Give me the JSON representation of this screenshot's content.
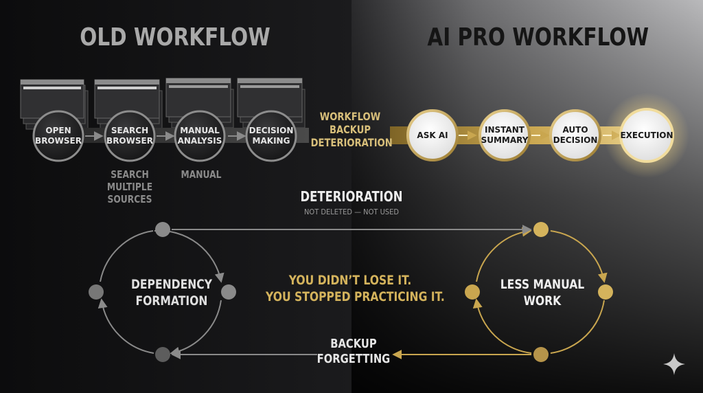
{
  "titles": {
    "left": "OLD WORKFLOW",
    "right": "AI PRO WORKFLOW"
  },
  "old_workflow": {
    "steps": [
      {
        "label_line1": "OPEN",
        "label_line2": "BROWSER"
      },
      {
        "label_line1": "SEARCH",
        "label_line2": "BROWSER"
      },
      {
        "label_line1": "MANUAL",
        "label_line2": "ANALYSIS"
      },
      {
        "label_line1": "DECISION",
        "label_line2": "MAKING"
      }
    ],
    "sub_labels": {
      "search_line1": "SEARCH",
      "search_line2": "MULTIPLE",
      "search_line3": "SOURCES",
      "manual": "MANUAL"
    }
  },
  "bridge": {
    "line1": "WORKFLOW",
    "line2": "BACKUP",
    "line3": "DETERIORATION"
  },
  "ai_workflow": {
    "steps": [
      {
        "label_line1": "ASK AI",
        "label_line2": ""
      },
      {
        "label_line1": "INSTANT",
        "label_line2": "SUMMARY"
      },
      {
        "label_line1": "AUTO",
        "label_line2": "DECISION"
      },
      {
        "label_line1": "EXECUTION",
        "label_line2": ""
      }
    ]
  },
  "deterioration": {
    "title": "DETERIORATION",
    "subtitle": "NOT DELETED — NOT USED"
  },
  "cycle_left": {
    "line1": "DEPENDENCY",
    "line2": "FORMATION"
  },
  "cycle_right": {
    "line1": "LESS MANUAL",
    "line2": "WORK"
  },
  "quote": {
    "line1": "YOU DIDN’T LOSE IT.",
    "line2": "YOU STOPPED PRACTICING IT."
  },
  "backup": {
    "line1": "BACKUP",
    "line2": "FORGETTING"
  },
  "colors": {
    "gold": "#c9a64f",
    "grey": "#7a7a7a",
    "dark": "#151515"
  },
  "icons": {
    "corner": "sparkle-icon"
  }
}
